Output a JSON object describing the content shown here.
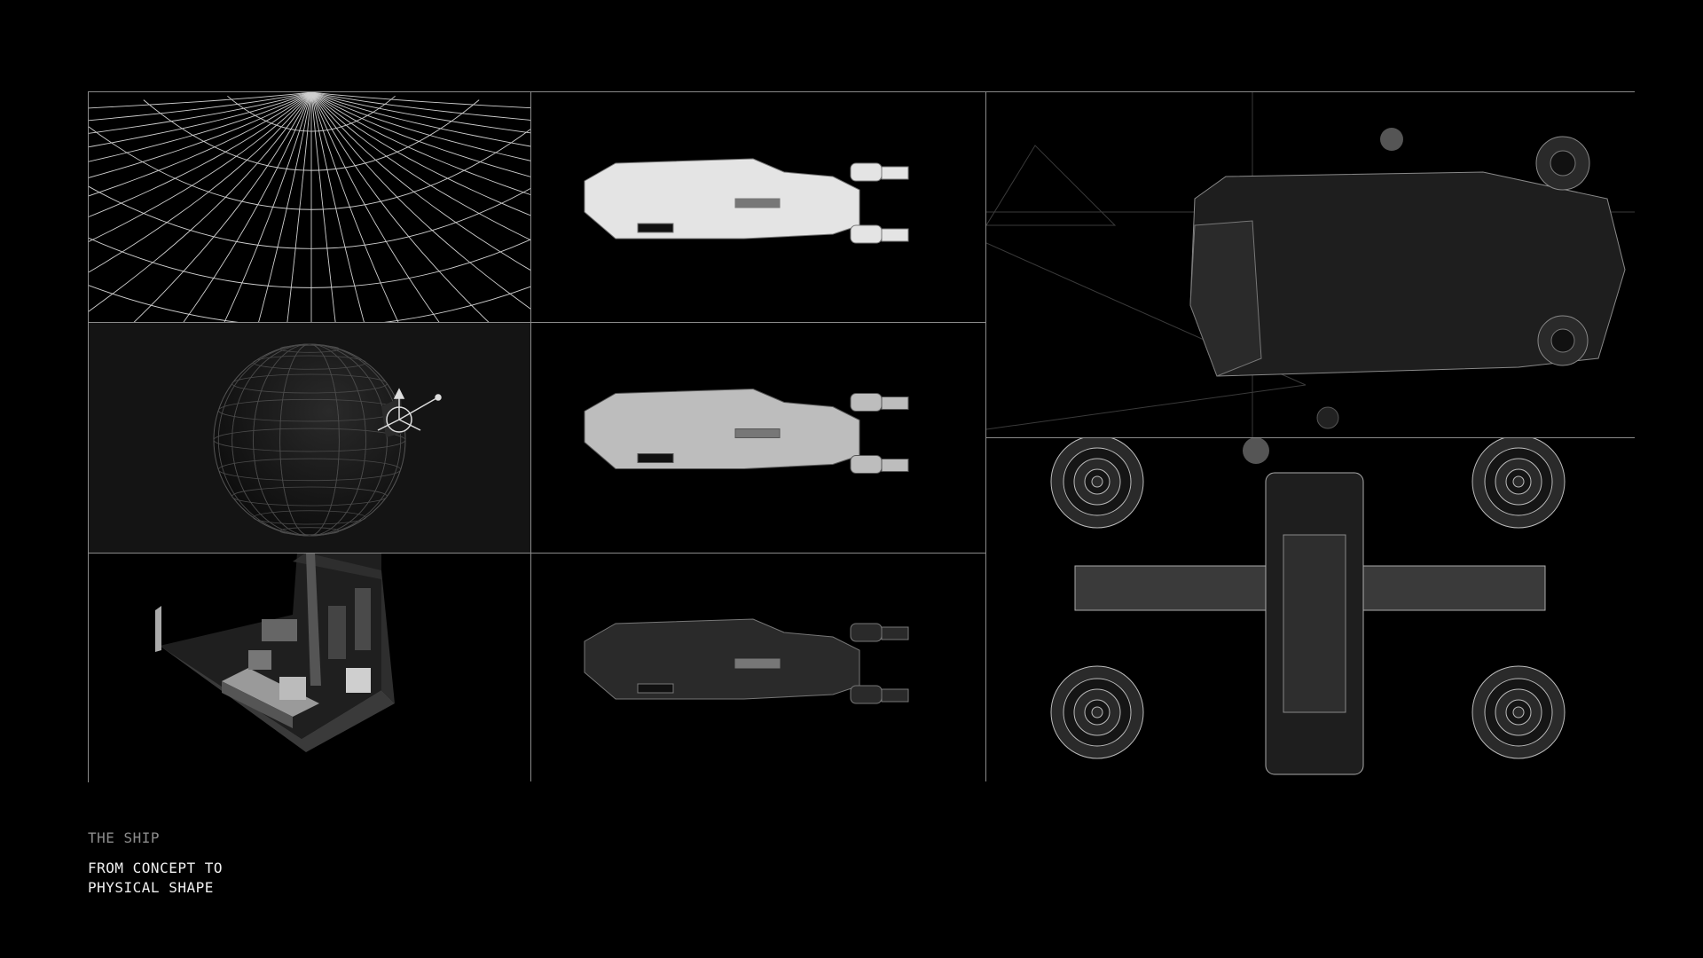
{
  "caption": {
    "label": "THE SHIP",
    "title_line1": "FROM CONCEPT TO",
    "title_line2": "PHYSICAL SHAPE"
  },
  "colors": {
    "background": "#000000",
    "grid_line": "#8a8a8a",
    "label": "#8c8c8c",
    "title": "#f0f0f0",
    "viewport_gray": "#141414"
  }
}
